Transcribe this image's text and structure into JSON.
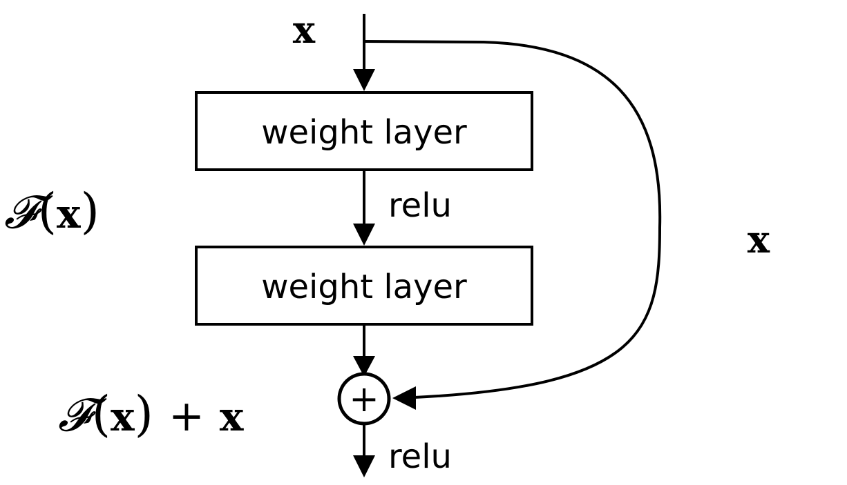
{
  "diagram": {
    "input_label": "x",
    "shortcut_label": "x",
    "layer1_label": "weight layer",
    "layer2_label": "weight layer",
    "relu_mid_label": "relu",
    "relu_out_label": "relu",
    "residual_fn": {
      "script": "𝓕",
      "open": "(",
      "var": "x",
      "close": ")"
    },
    "sum_label": {
      "script": "𝓕",
      "open": "(",
      "var": "x",
      "close": ")",
      "plus": "+",
      "var2": "x"
    },
    "add_symbol": "+"
  }
}
